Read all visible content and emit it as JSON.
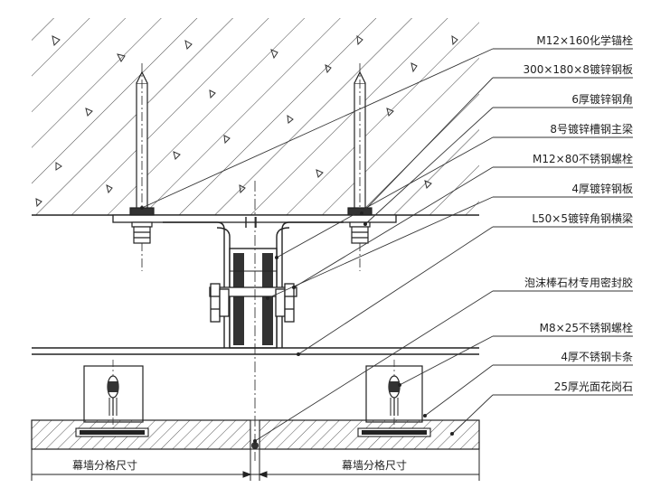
{
  "labels": [
    "M12×160化学锚栓",
    "300×180×8镀锌钢板",
    "6厚镀锌钢角",
    "8号镀锌槽钢主梁",
    "M12×80不锈钢螺栓",
    "4厚镀锌钢板",
    "L50×5镀锌角钢横梁",
    "泡沫棒石材专用密封胶",
    "M8×25不锈钢螺栓",
    "4厚不锈钢卡条",
    "25厚光面花岗石"
  ],
  "dimensions": {
    "left": "幕墙分格尺寸",
    "right": "幕墙分格尺寸"
  },
  "colors": {
    "line": "#222222",
    "hatch": "#444444",
    "leader": "#333333"
  }
}
